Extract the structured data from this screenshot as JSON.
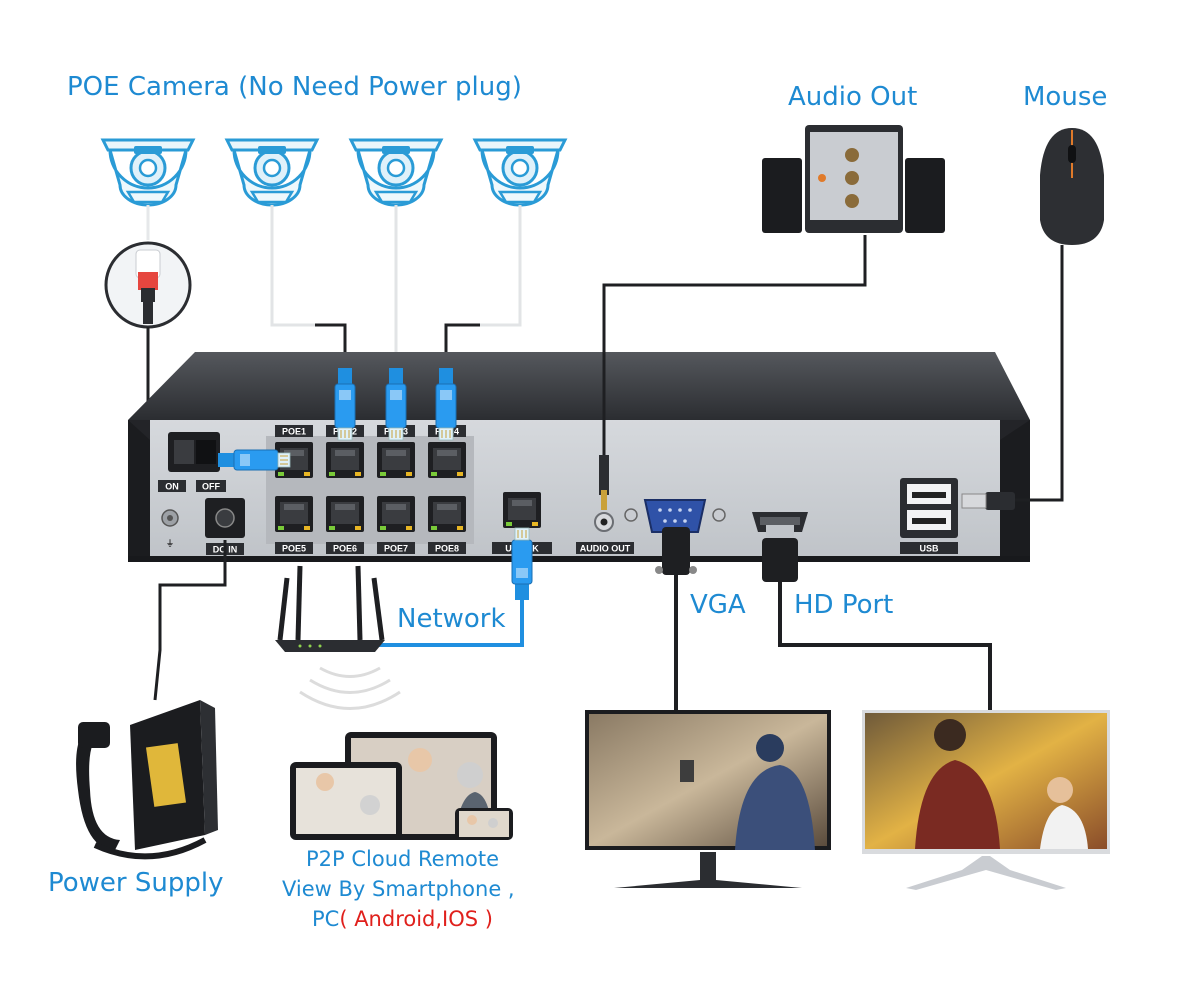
{
  "labels": {
    "poe_camera": "POE Camera (No Need Power plug)",
    "audio_out": "Audio Out",
    "mouse": "Mouse",
    "network": "Network",
    "vga": "VGA",
    "hd_port": "HD Port",
    "power_supply": "Power Supply",
    "p2p_line1": "P2P Cloud Remote",
    "p2p_line2": "View By Smartphone ,",
    "p2p_line3_prefix": "PC",
    "p2p_line3_highlight": "( Android,IOS )"
  },
  "nvr_panel": {
    "on": "ON",
    "off": "OFF",
    "dc_in": "DC IN",
    "ports_top": [
      "POE1",
      "POE2",
      "POE3",
      "POE4"
    ],
    "ports_bottom": [
      "POE5",
      "POE6",
      "POE7",
      "POE8"
    ],
    "uplink": "UPLINK",
    "audio_out": "AUDIO OUT",
    "usb": "USB"
  },
  "colors": {
    "label_blue": "#1e8ad2",
    "highlight_red": "#e0201c",
    "cable_blue": "#1f8fe0",
    "nvr_body": "#2d2f33",
    "panel": "#c9ccd1"
  },
  "icons": [
    "dome-camera-icon",
    "speaker-icon",
    "mouse-icon",
    "router-icon",
    "power-adapter-icon",
    "monitor-icon",
    "tablet-icon",
    "smartphone-icon"
  ]
}
